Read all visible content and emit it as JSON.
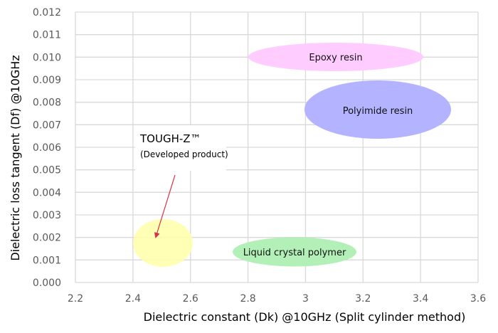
{
  "chart_data": {
    "type": "scatter",
    "subtype": "region-ellipses",
    "title": "",
    "xlabel": "Dielectric constant (Dk) @10GHz (Split cylinder method)",
    "ylabel": "Dielectric loss tangent (Df) @10GHz",
    "xlim": [
      2.2,
      3.6
    ],
    "ylim": [
      0.0,
      0.012
    ],
    "x_ticks": [
      "2.2",
      "2.4",
      "2.6",
      "2.8",
      "3",
      "3.2",
      "3.4",
      "3.6"
    ],
    "y_ticks": [
      "0.000",
      "0.001",
      "0.002",
      "0.003",
      "0.004",
      "0.005",
      "0.006",
      "0.007",
      "0.008",
      "0.009",
      "0.010",
      "0.011",
      "0.012"
    ],
    "grid": true,
    "legend": "none",
    "series": [
      {
        "name": "Epoxy resin",
        "dk_range": [
          2.81,
          3.42
        ],
        "df_range": [
          0.0094,
          0.0107
        ],
        "dk_center": 3.11,
        "df_center": 0.01,
        "color": "#ffccff"
      },
      {
        "name": "Polyimide resin",
        "dk_range": [
          3.0,
          3.51
        ],
        "df_range": [
          0.0064,
          0.009
        ],
        "dk_center": 3.25,
        "df_center": 0.0077,
        "color": "#b3b3ff"
      },
      {
        "name": "Liquid crystal polymer",
        "dk_range": [
          2.75,
          3.18
        ],
        "df_range": [
          0.0007,
          0.002
        ],
        "dk_center": 2.96,
        "df_center": 0.0013,
        "color": "#b3f0b8"
      },
      {
        "name": "TOUGH-Z™ (Developed product)",
        "dk_range": [
          2.4,
          2.61
        ],
        "df_range": [
          0.0007,
          0.0028
        ],
        "dk_center": 2.5,
        "df_center": 0.0018,
        "color": "#ffffa8"
      }
    ],
    "annotations": [
      {
        "text": "TOUGH-Z™",
        "subtext": "(Developed product)",
        "arrow_to": "TOUGH-Z™ (Developed product)",
        "arrow_color": "#d8304a"
      }
    ]
  },
  "labels": {
    "epoxy": "Epoxy resin",
    "polyimide": "Polyimide resin",
    "lcp": "Liquid crystal polymer",
    "callout_title": "TOUGH-Z™",
    "callout_sub": "(Developed product)"
  },
  "colors": {
    "grid": "#d9d9d9",
    "epoxy": "#ffccff",
    "polyimide": "#b3b3ff",
    "lcp": "#b3f0b8",
    "toughz": "#ffffa8",
    "arrow": "#d8304a"
  }
}
